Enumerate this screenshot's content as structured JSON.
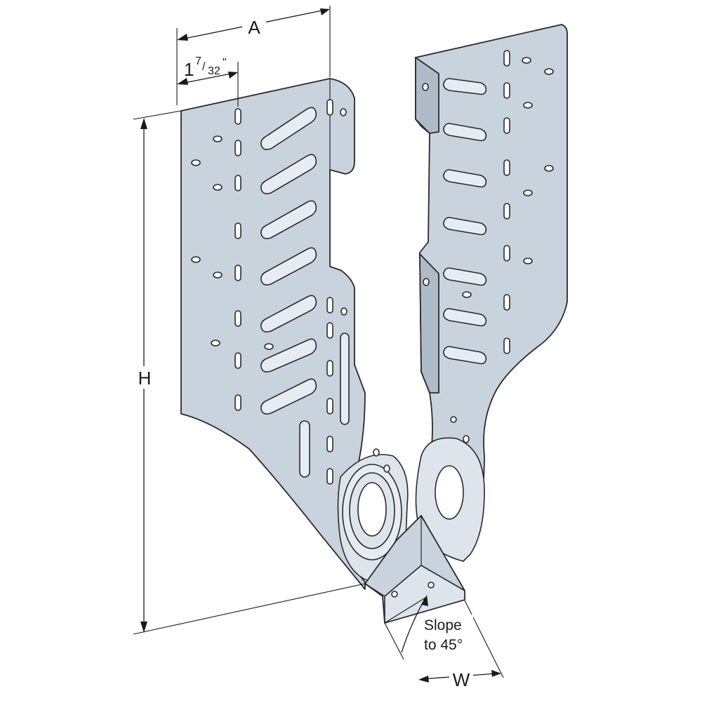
{
  "dimensions": {
    "A": "A",
    "offset_whole": "1",
    "offset_numerator": "7",
    "offset_denominator": "32",
    "offset_unit": "\"",
    "H": "H",
    "W": "W"
  },
  "slope_note": {
    "line1": "Slope",
    "line2": "to 45°"
  },
  "colors": {
    "steel": "#c9d3de",
    "steel_shadow": "#aebbc9",
    "steel_highlight": "#dde4ec",
    "ink": "#1a1a1a"
  }
}
